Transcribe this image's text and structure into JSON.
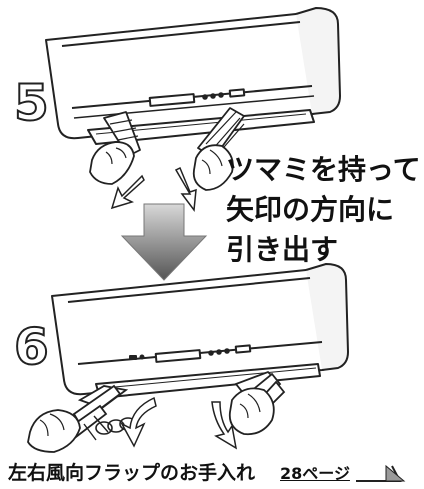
{
  "step5": {
    "number": "5"
  },
  "step6": {
    "number": "6"
  },
  "instruction": {
    "line1": "ツマミを持って",
    "line2": "矢印の方向に",
    "line3": "引き出す"
  },
  "footer": {
    "care_label": "左右風向フラップのお手入れ",
    "page_ref": "28ページ"
  }
}
